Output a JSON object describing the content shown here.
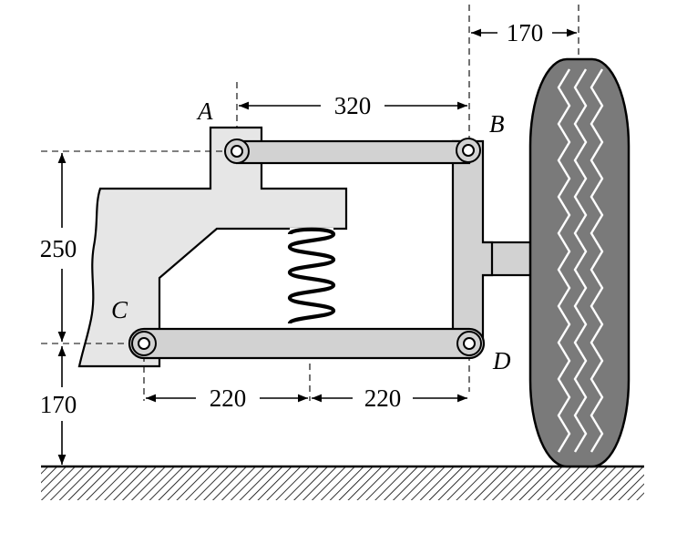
{
  "diagram": {
    "points": {
      "A": "A",
      "B": "B",
      "C": "C",
      "D": "D"
    },
    "dimensions": {
      "ab_span": "320",
      "wheel_offset": "170",
      "vertical_link_gap": "250",
      "ground_height": "170",
      "c_to_spring": "220",
      "spring_to_d": "220"
    }
  },
  "colors": {
    "chassis": "#e6e6e6",
    "member": "#d2d2d2",
    "tire": "#7a7a7a",
    "tread": "#ffffff",
    "ground_hatch": "#000000"
  }
}
